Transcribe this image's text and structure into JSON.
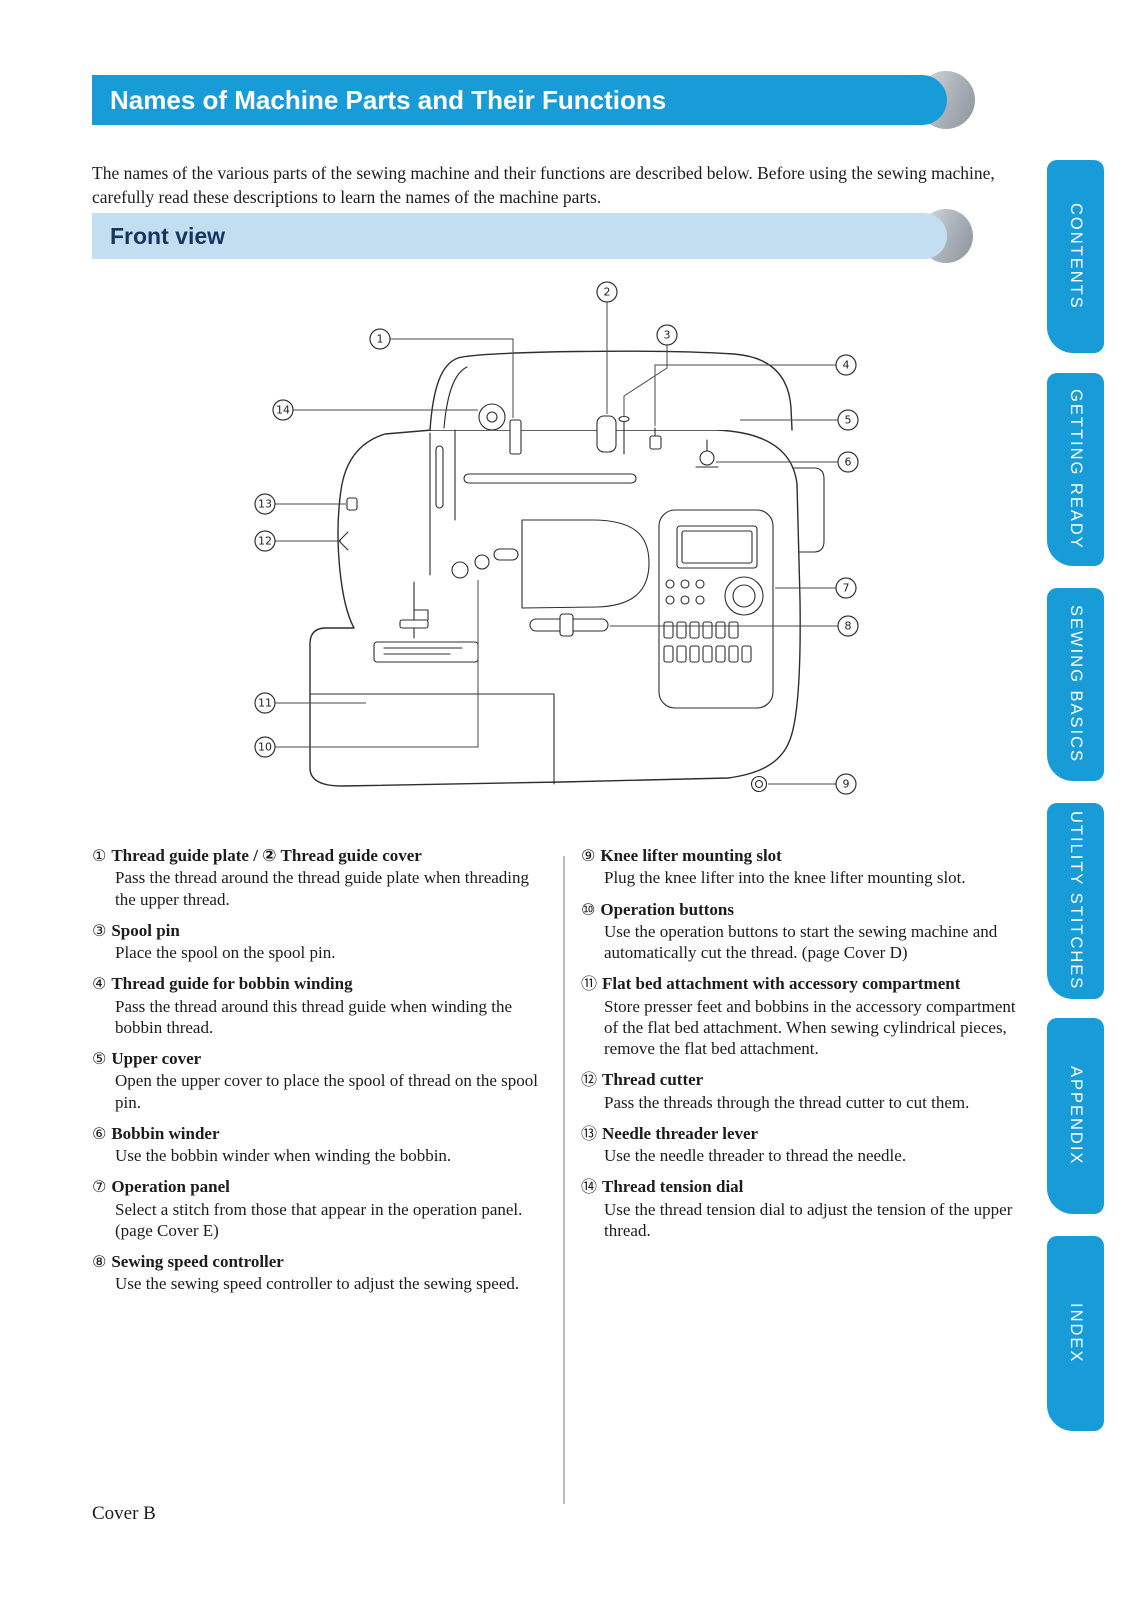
{
  "page": {
    "title": "Names of Machine Parts and Their Functions",
    "intro": "The names of the various parts of the sewing machine and their functions are described below. Before using the sewing machine, carefully read these descriptions to learn the names of the machine parts.",
    "section_title": "Front view",
    "footer": "Cover B"
  },
  "sidebar_tabs": [
    "CONTENTS",
    "GETTING READY",
    "SEWING BASICS",
    "UTILITY STITCHES",
    "APPENDIX",
    "INDEX"
  ],
  "diagram": {
    "callouts": [
      "1",
      "2",
      "3",
      "4",
      "5",
      "6",
      "7",
      "8",
      "9",
      "10",
      "11",
      "12",
      "13",
      "14"
    ]
  },
  "parts": {
    "left": [
      {
        "num": "①",
        "title": "Thread guide plate / ② Thread guide cover",
        "desc": "Pass the thread around the thread guide plate when threading the upper thread."
      },
      {
        "num": "③",
        "title": "Spool pin",
        "desc": "Place the spool on the spool pin."
      },
      {
        "num": "④",
        "title": "Thread guide for bobbin winding",
        "desc": "Pass the thread around this thread guide when winding the bobbin thread."
      },
      {
        "num": "⑤",
        "title": "Upper cover",
        "desc": "Open the upper cover to place the spool of thread on the spool pin."
      },
      {
        "num": "⑥",
        "title": "Bobbin winder",
        "desc": "Use the bobbin winder when winding the bobbin."
      },
      {
        "num": "⑦",
        "title": "Operation panel",
        "desc": "Select a stitch from those that appear in the operation panel. (page Cover E)"
      },
      {
        "num": "⑧",
        "title": "Sewing speed controller",
        "desc": "Use the sewing speed controller to adjust the sewing speed."
      }
    ],
    "right": [
      {
        "num": "⑨",
        "title": "Knee lifter mounting slot",
        "desc": "Plug the knee lifter into the knee lifter mounting slot."
      },
      {
        "num": "⑩",
        "title": "Operation buttons",
        "desc": "Use the operation buttons to start the sewing machine and automatically cut the thread. (page Cover D)"
      },
      {
        "num": "⑪",
        "title": "Flat bed attachment with accessory compartment",
        "desc": "Store presser feet and bobbins in the accessory compartment of the flat bed attachment. When sewing cylindrical pieces, remove the flat bed attachment."
      },
      {
        "num": "⑫",
        "title": "Thread cutter",
        "desc": "Pass the threads through the thread cutter to cut them."
      },
      {
        "num": "⑬",
        "title": "Needle threader lever",
        "desc": "Use the needle threader to thread the needle."
      },
      {
        "num": "⑭",
        "title": "Thread tension dial",
        "desc": "Use the thread tension dial to adjust the tension of the upper thread."
      }
    ]
  },
  "colors": {
    "header_blue": "#189cd8",
    "tab_blue": "#189cd8",
    "section_light_blue": "#c3ddf1",
    "section_text": "#17365d",
    "crescent_gray": "#aab1b8"
  }
}
